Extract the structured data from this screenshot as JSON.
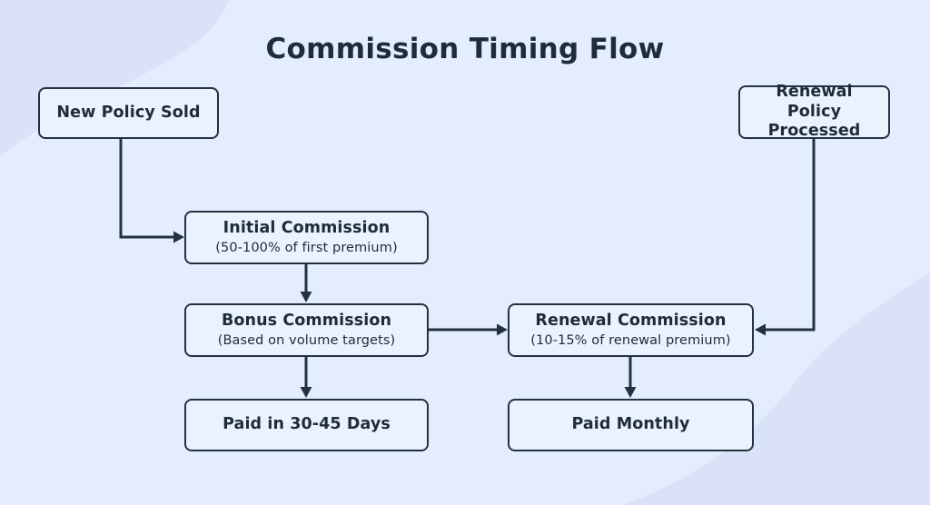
{
  "title": "Commission Timing Flow",
  "colors": {
    "background": "#e3edfd",
    "blob": "#d9e2f7",
    "node_fill": "#eaf3fd",
    "node_border": "#243140",
    "text": "#1e2b3a",
    "arrow": "#243140"
  },
  "nodes": {
    "new_policy": {
      "label": "New Policy Sold"
    },
    "renewal_policy": {
      "line1": "Renewal Policy",
      "line2": "Processed"
    },
    "initial_commission": {
      "title": "Initial Commission",
      "subtitle": "(50-100% of first premium)"
    },
    "bonus_commission": {
      "title": "Bonus Commission",
      "subtitle": "(Based on volume targets)"
    },
    "renewal_commission": {
      "title": "Renewal Commission",
      "subtitle": "(10-15% of renewal premium)"
    },
    "paid_30_45": {
      "label": "Paid in 30-45 Days"
    },
    "paid_monthly": {
      "label": "Paid Monthly"
    }
  },
  "edges": [
    {
      "from": "new_policy",
      "to": "initial_commission"
    },
    {
      "from": "initial_commission",
      "to": "bonus_commission"
    },
    {
      "from": "bonus_commission",
      "to": "renewal_commission"
    },
    {
      "from": "renewal_policy",
      "to": "renewal_commission"
    },
    {
      "from": "bonus_commission",
      "to": "paid_30_45"
    },
    {
      "from": "renewal_commission",
      "to": "paid_monthly"
    }
  ]
}
